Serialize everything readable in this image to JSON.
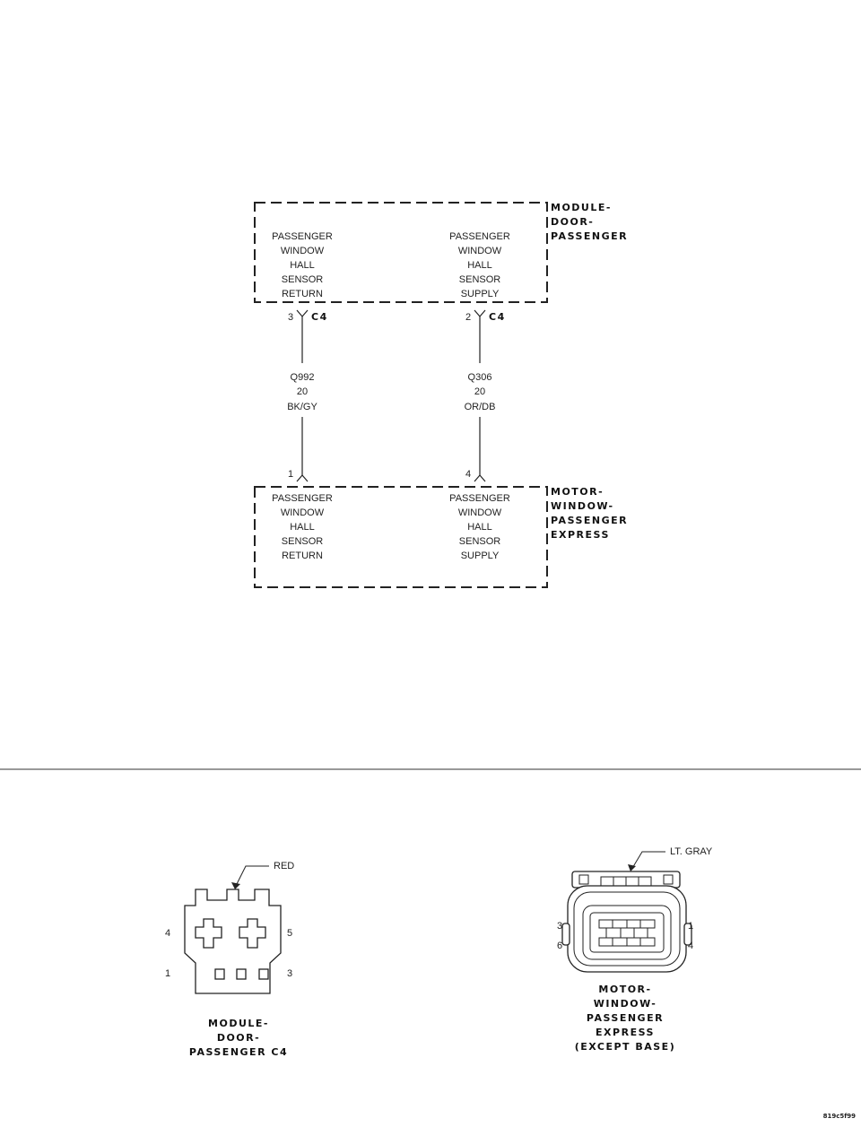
{
  "module_door_passenger": {
    "name_lines": [
      "MODULE-",
      "DOOR-",
      "PASSENGER"
    ],
    "return_lines": [
      "PASSENGER",
      "WINDOW",
      "HALL",
      "SENSOR",
      "RETURN"
    ],
    "supply_lines": [
      "PASSENGER",
      "WINDOW",
      "HALL",
      "SENSOR",
      "SUPPLY"
    ],
    "return_pin": "3",
    "supply_pin": "2",
    "connector": "C4"
  },
  "wires": {
    "left": {
      "circuit": "Q992",
      "gauge": "20",
      "color": "BK/GY"
    },
    "right": {
      "circuit": "Q306",
      "gauge": "20",
      "color": "OR/DB"
    }
  },
  "motor_window": {
    "name_lines": [
      "MOTOR-",
      "WINDOW-",
      "PASSENGER",
      "EXPRESS"
    ],
    "return_lines": [
      "PASSENGER",
      "WINDOW",
      "HALL",
      "SENSOR",
      "RETURN"
    ],
    "supply_lines": [
      "PASSENGER",
      "WINDOW",
      "HALL",
      "SENSOR",
      "SUPPLY"
    ],
    "return_pin": "1",
    "supply_pin": "4"
  },
  "connector_c4_view": {
    "color_label": "RED",
    "pins": {
      "p4": "4",
      "p5": "5",
      "p1": "1",
      "p3": "3"
    },
    "caption_lines": [
      "MODULE-",
      "DOOR-",
      "PASSENGER C4"
    ]
  },
  "connector_motor_view": {
    "color_label": "LT. GRAY",
    "pins": {
      "p3": "3",
      "p1": "1",
      "p6": "6",
      "p4": "4"
    },
    "caption_lines": [
      "MOTOR-",
      "WINDOW-",
      "PASSENGER",
      "EXPRESS",
      "(EXCEPT BASE)"
    ]
  },
  "figure_id": "819c5f99"
}
